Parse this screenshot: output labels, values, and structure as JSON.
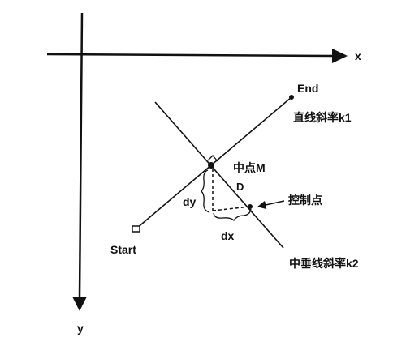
{
  "labels": {
    "x_axis": "x",
    "y_axis": "y",
    "end": "End",
    "start": "Start",
    "line_slope": "直线斜率k1",
    "perp_slope": "中垂线斜率k2",
    "midpoint": "中点M",
    "distance": "D",
    "control_point": "控制点",
    "dy": "dy",
    "dx": "dx"
  },
  "colors": {
    "ink": "#111111",
    "background": "#ffffff"
  }
}
